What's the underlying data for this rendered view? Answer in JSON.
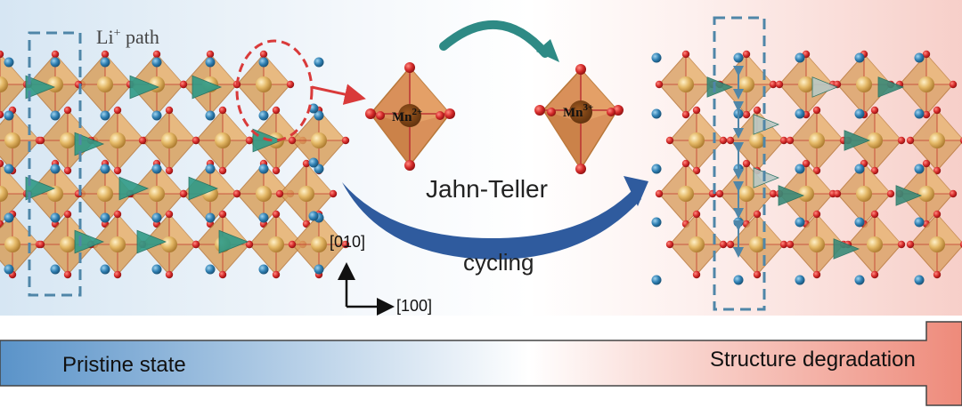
{
  "labels": {
    "li_path": "Li",
    "li_sup": "+",
    "li_path_word": " path",
    "jahn_teller": "Jahn-Teller",
    "cycling": "cycling",
    "axis_010": "[010]",
    "axis_100": "[100]",
    "pristine_state": "Pristine state",
    "structure_degradation": "Structure degradation"
  },
  "ions": {
    "left": {
      "symbol": "Mn",
      "charge": "2+"
    },
    "right": {
      "symbol": "Mn",
      "charge": "3+"
    }
  },
  "colors": {
    "octahedron": "#d9a15e",
    "octahedron_dark": "#b8773a",
    "center_atom": "#e0b25a",
    "tetrahedron": "#2f9a87",
    "oxygen": "#d42a2a",
    "lithium": "#2f7fb2",
    "highlight_dash": "#d93a3a",
    "path_dash": "#4f86a8",
    "curved_arrow_top": "#2e8a85",
    "curved_arrow_bottom": "#2f5b9e",
    "progress_left": "#5a93c9",
    "progress_right": "#ee8a7a"
  }
}
